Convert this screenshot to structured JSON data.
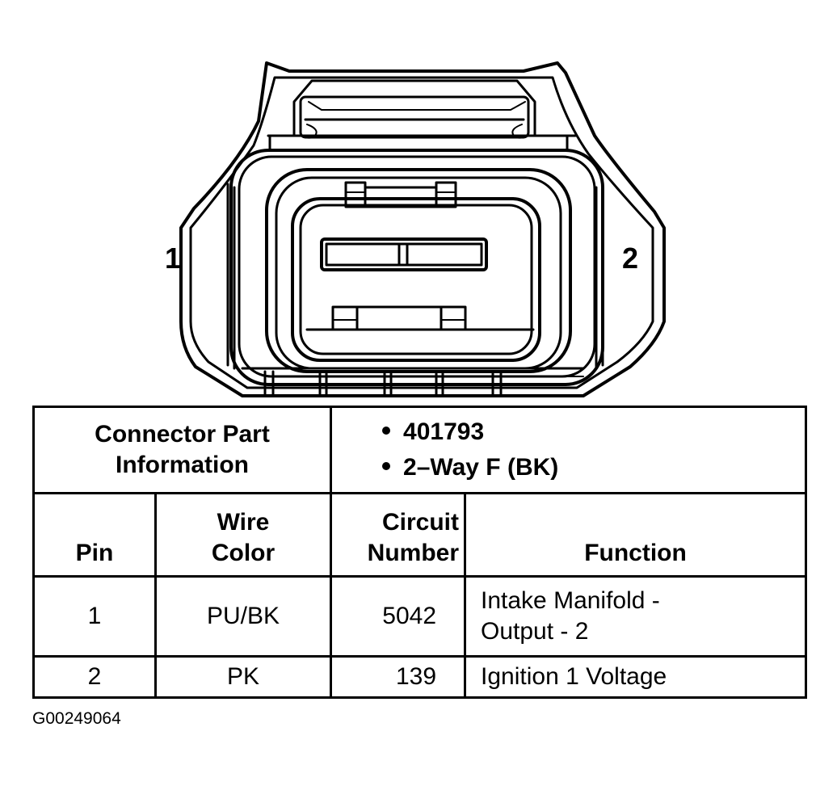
{
  "connector_view": {
    "pin_left_label": "1",
    "pin_right_label": "2",
    "icon": "connector-face-view-icon"
  },
  "connector_info": {
    "label": "Connector Part Information",
    "label_line1": "Connector Part",
    "label_line2": "Information",
    "items": [
      "401793",
      "2–Way F (BK)"
    ]
  },
  "table": {
    "headers": {
      "pin": "Pin",
      "wire_color_line1": "Wire",
      "wire_color_line2": "Color",
      "circuit_line1": "Circuit",
      "circuit_line2": "Number",
      "function": "Function"
    },
    "rows": [
      {
        "pin": "1",
        "wire_color": "PU/BK",
        "circuit": "5042",
        "function_line1": "Intake Manifold -",
        "function_line2": "Output - 2"
      },
      {
        "pin": "2",
        "wire_color": "PK",
        "circuit": "139",
        "function_line1": "Ignition 1 Voltage"
      }
    ]
  },
  "figure_id": "G00249064"
}
